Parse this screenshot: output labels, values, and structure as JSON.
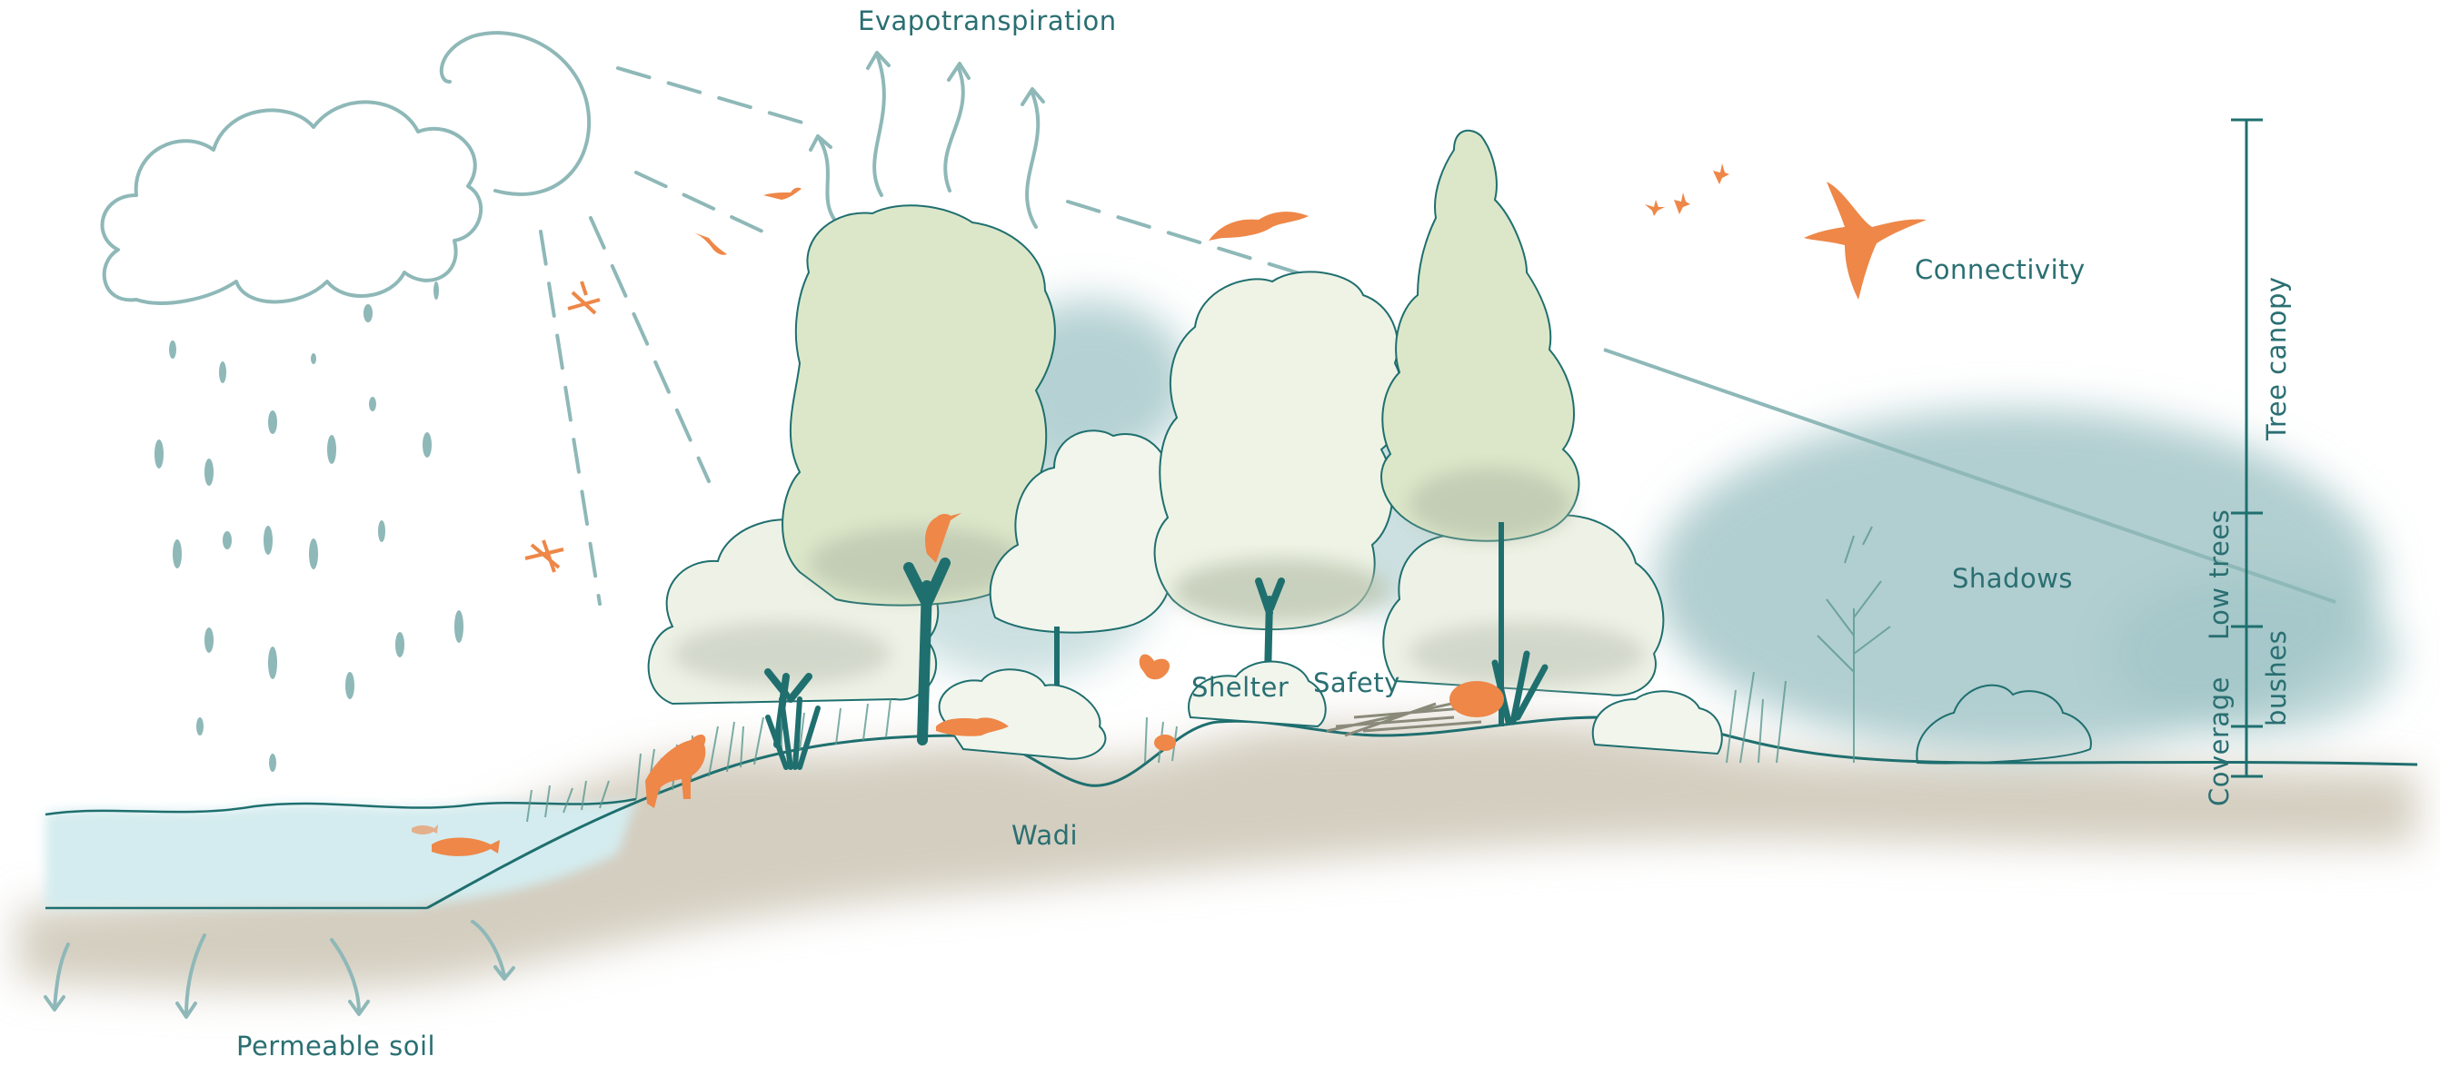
{
  "labels": {
    "evapotranspiration": "Evapotranspiration",
    "connectivity": "Connectivity",
    "shadows": "Shadows",
    "shelter": "Shelter",
    "safety": "Safety",
    "wadi": "Wadi",
    "permeable_soil": "Permeable soil"
  },
  "scale_bar": {
    "tree_canopy": "Tree canopy",
    "low_trees": "Low trees",
    "bushes": "bushes",
    "coverage": "Coverage"
  },
  "colors": {
    "line_teal": "#8fb8b8",
    "dark_teal": "#1f6f6f",
    "canopy_green": "#dde8cc",
    "shadow_blue": "#a9c9cc",
    "soil": "#d6cfc2",
    "water": "#d9eef0",
    "animal_orange": "#ee8748",
    "text": "#2a6f72"
  }
}
